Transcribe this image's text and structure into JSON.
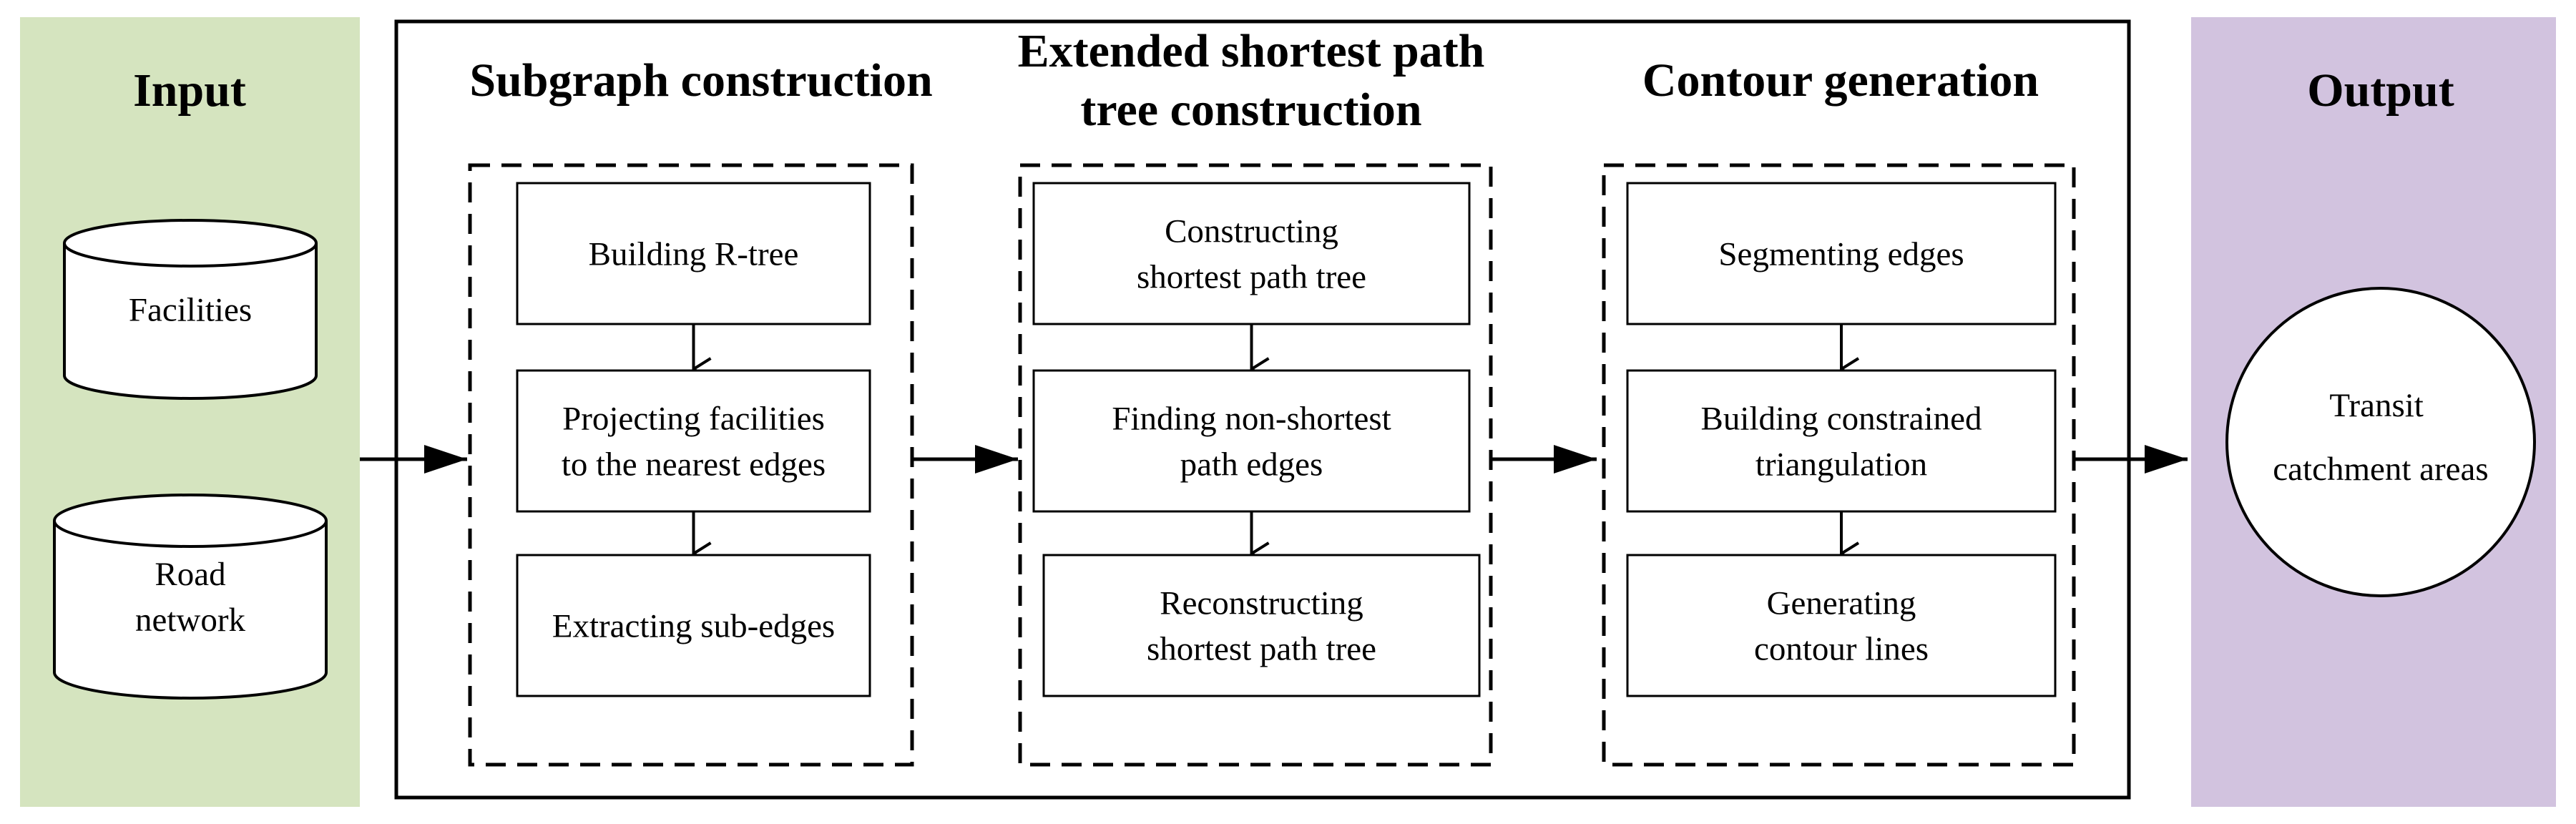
{
  "diagram": {
    "colors": {
      "input_panel": "#d5e4bf",
      "output_panel": "#d2c3df",
      "background": "#ffffff",
      "stroke": "#000000"
    },
    "input": {
      "title": "Input",
      "stores": [
        {
          "lines": [
            "Facilities"
          ],
          "icon": "database-cylinder"
        },
        {
          "lines": [
            "Road",
            "network"
          ],
          "icon": "database-cylinder"
        }
      ]
    },
    "stages": [
      {
        "title_lines": [
          "Subgraph construction"
        ],
        "steps": [
          {
            "lines": [
              "Building R-tree"
            ]
          },
          {
            "lines": [
              "Projecting facilities",
              "to the nearest edges"
            ]
          },
          {
            "lines": [
              "Extracting sub-edges"
            ]
          }
        ]
      },
      {
        "title_lines": [
          "Extended shortest path",
          "tree construction"
        ],
        "steps": [
          {
            "lines": [
              "Constructing",
              "shortest path tree"
            ]
          },
          {
            "lines": [
              "Finding non-shortest",
              "path edges"
            ]
          },
          {
            "lines": [
              "Reconstructing",
              "shortest path tree"
            ]
          }
        ]
      },
      {
        "title_lines": [
          "Contour generation"
        ],
        "steps": [
          {
            "lines": [
              "Segmenting edges"
            ]
          },
          {
            "lines": [
              "Building constrained",
              "triangulation"
            ]
          },
          {
            "lines": [
              "Generating",
              "contour lines"
            ]
          }
        ]
      }
    ],
    "output": {
      "title": "Output",
      "result_lines": [
        "Transit",
        "catchment areas"
      ],
      "icon": "circle-node"
    },
    "arrow_icon": "arrow-right-icon"
  }
}
